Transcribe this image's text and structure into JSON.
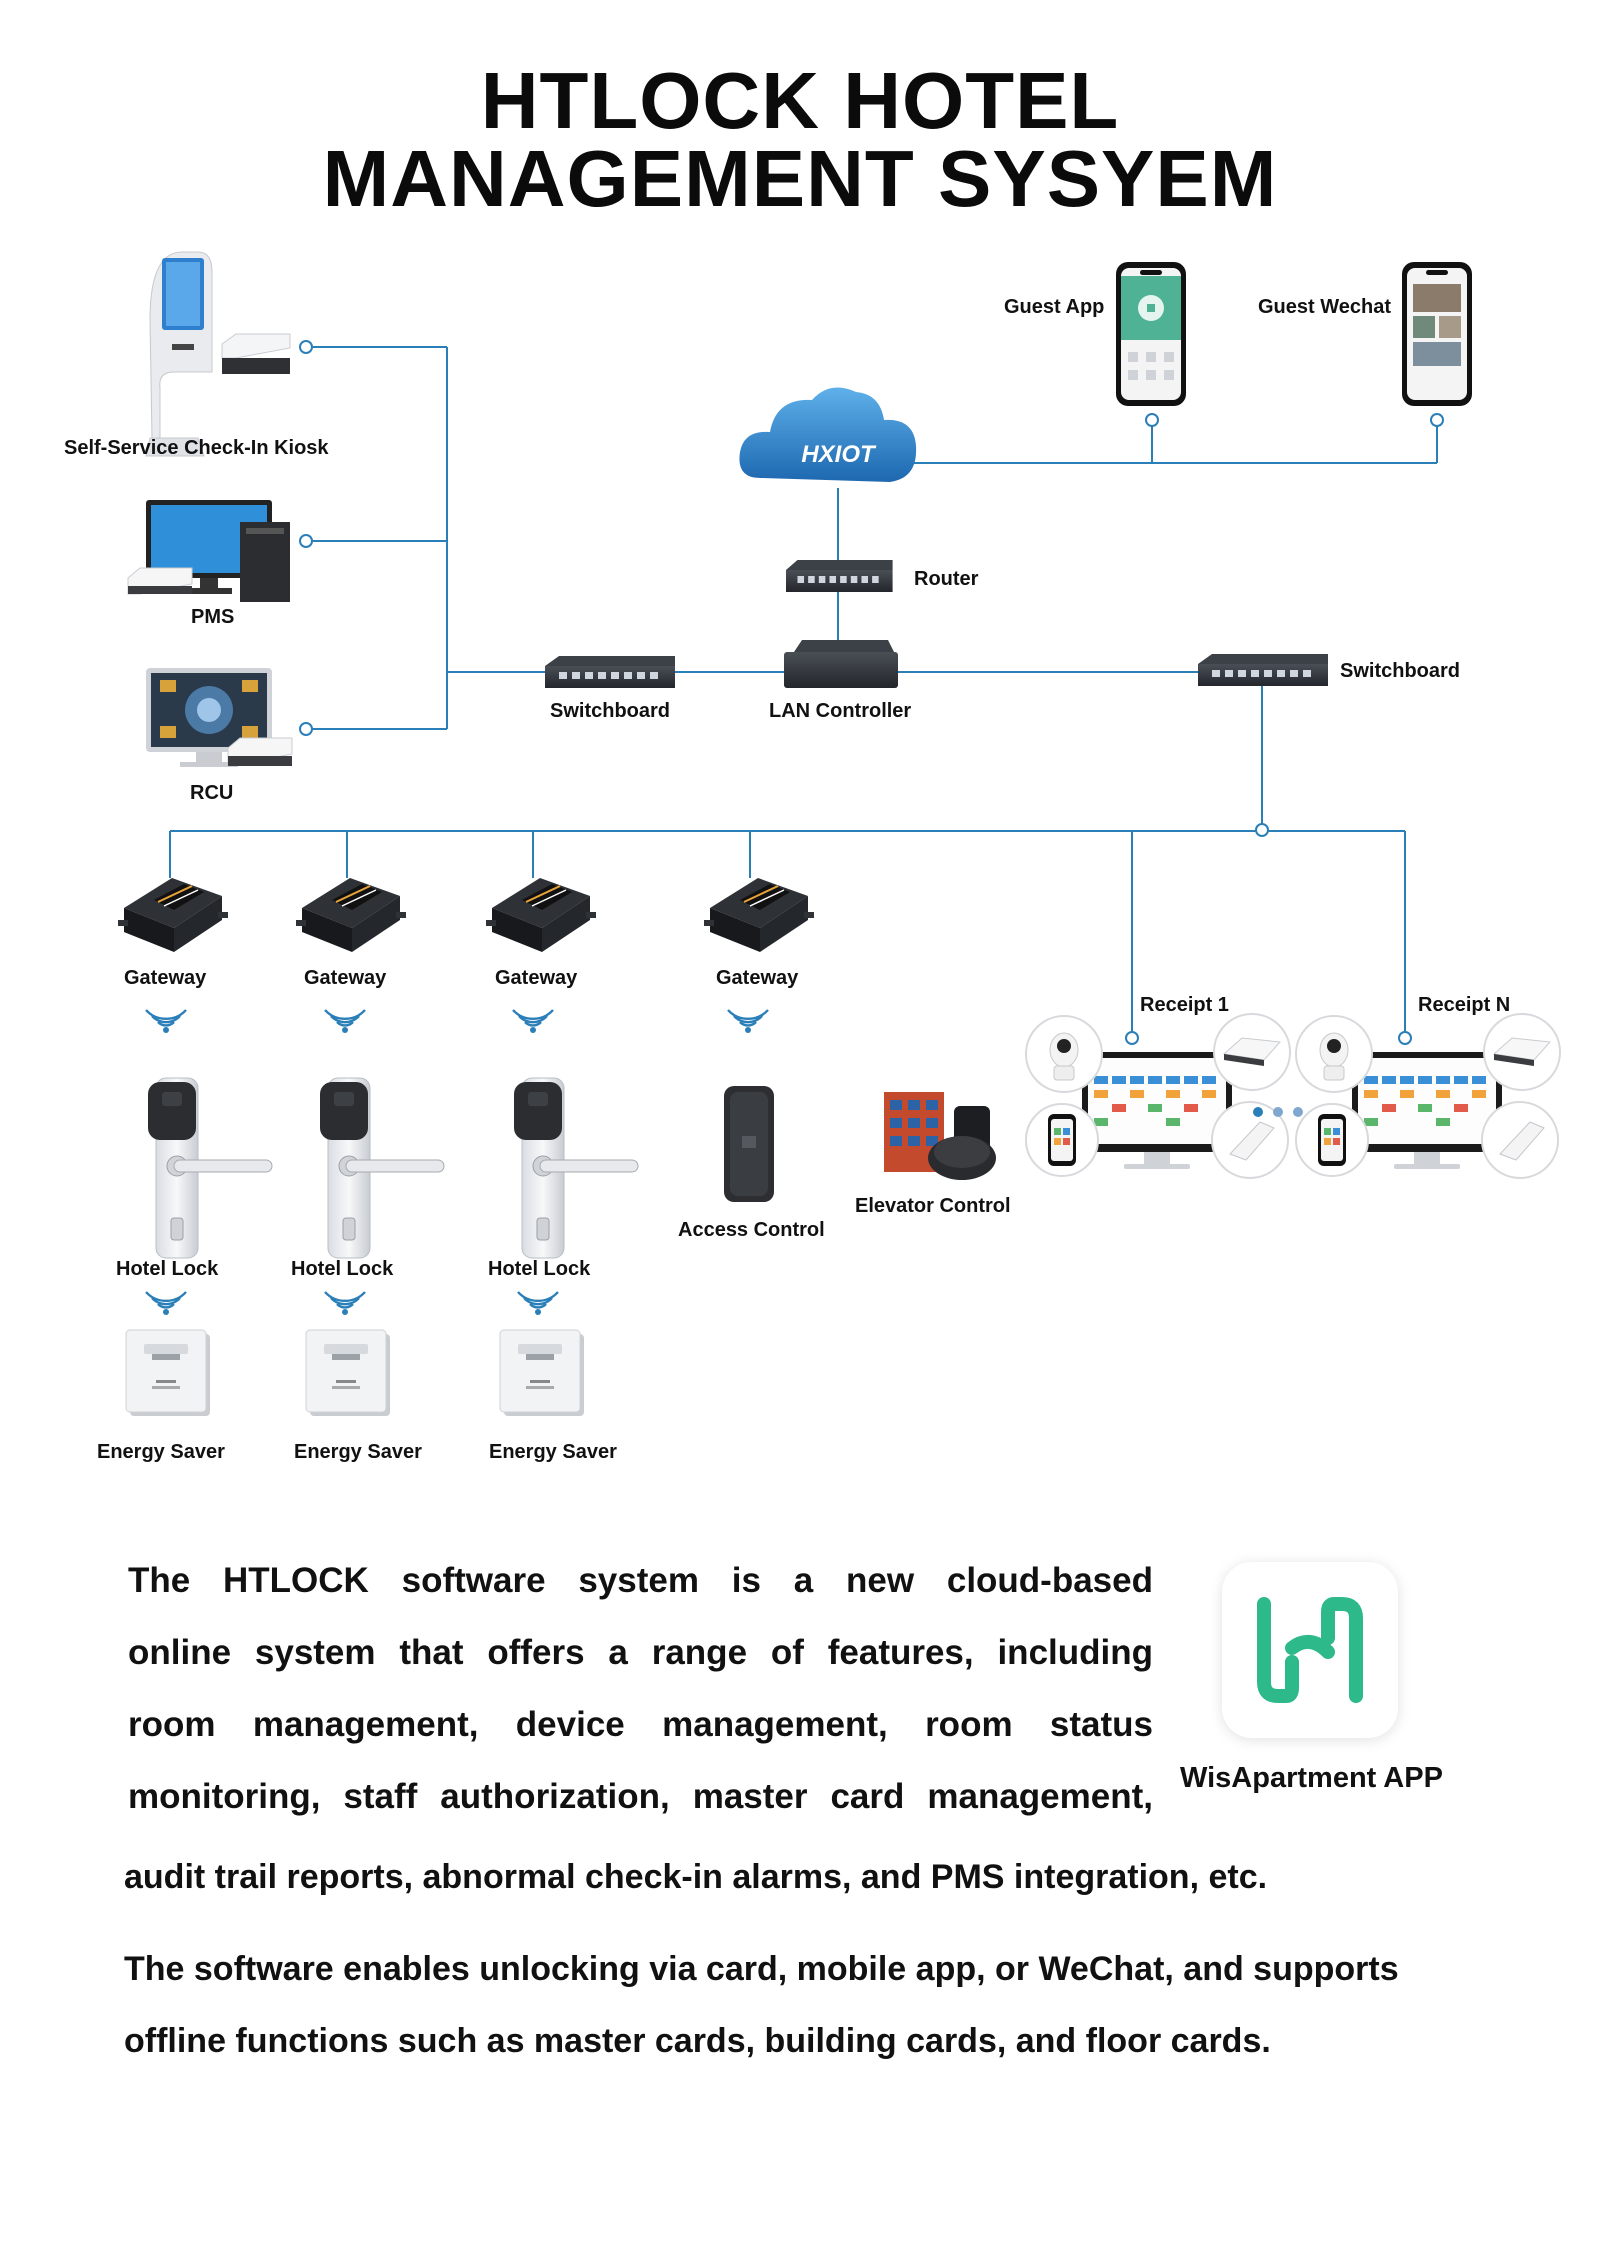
{
  "header": {
    "title_line1": "HTLOCK HOTEL",
    "title_line2": "MANAGEMENT SYSYEM"
  },
  "diagram": {
    "labels": {
      "kiosk": "Self-Service Check-In Kiosk",
      "pms": "PMS",
      "rcu": "RCU",
      "guest_app": "Guest App",
      "guest_wechat": "Guest Wechat",
      "router": "Router",
      "switchboard_left": "Switchboard",
      "lan_controller": "LAN Controller",
      "switchboard_right": "Switchboard",
      "gateway": "Gateway",
      "hotel_lock": "Hotel Lock",
      "energy_saver": "Energy Saver",
      "access_control": "Access Control",
      "elevator_control": "Elevator Control",
      "receipt_1": "Receipt 1",
      "receipt_n": "Receipt N"
    },
    "cloud_logo": "HXIOT",
    "line_color": "#2a7fb8"
  },
  "description": {
    "paragraph1_lines": [
      "The HTLOCK software system is a new cloud-based",
      "online system that offers a range of features, including",
      "room management, device management, room status",
      "monitoring, staff authorization, master card management,"
    ],
    "paragraph1_tail": "audit trail reports, abnormal check-in alarms, and PMS integration, etc.",
    "paragraph2_lines": [
      "The software enables unlocking via card, mobile app, or WeChat, and supports",
      "offline functions such as master cards, building cards, and floor cards."
    ]
  },
  "app": {
    "name": "WisApartment APP",
    "brand_color": "#2db98a"
  }
}
